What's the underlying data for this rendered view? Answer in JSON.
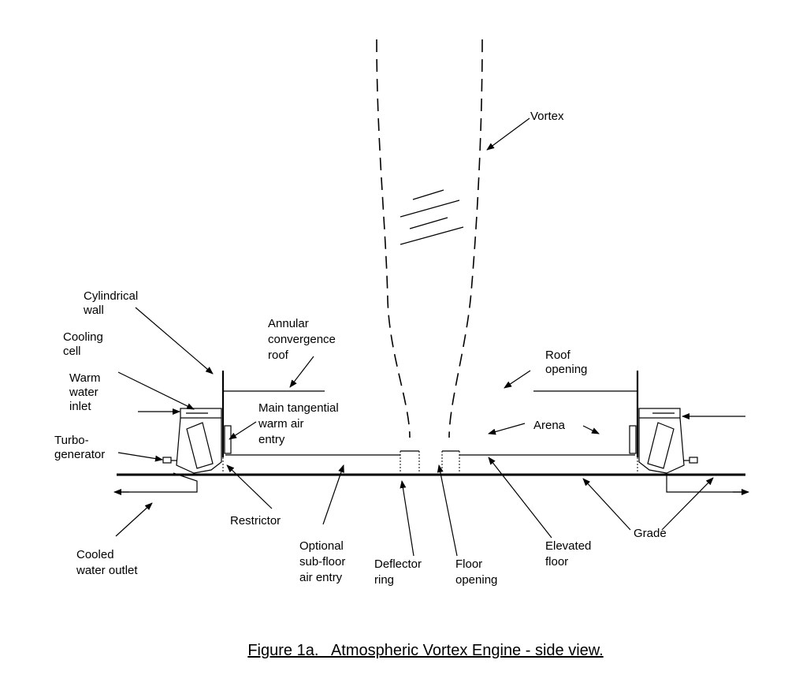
{
  "labels": {
    "vortex": "Vortex",
    "cylindrical_wall": [
      "Cylindrical",
      "wall"
    ],
    "annular_roof": [
      "Annular",
      "convergence",
      "roof"
    ],
    "cooling_cell": [
      "Cooling",
      "cell"
    ],
    "warm_water_inlet": [
      "Warm",
      "water",
      "inlet"
    ],
    "main_tangential": [
      "Main tangential",
      "warm air",
      "entry"
    ],
    "turbo_generator": [
      "Turbo-",
      "generator"
    ],
    "roof_opening": [
      "Roof",
      "opening"
    ],
    "arena": "Arena",
    "restrictor": "Restrictor",
    "cooled_water_outlet": [
      "Cooled",
      "water outlet"
    ],
    "optional_subfloor": [
      "Optional",
      "sub-floor",
      "air entry"
    ],
    "deflector_ring": [
      "Deflector",
      "ring"
    ],
    "floor_opening": [
      "Floor",
      "opening"
    ],
    "elevated_floor": [
      "Elevated",
      "floor"
    ],
    "grade": "Grade"
  },
  "caption": "Figure 1a.   Atmospheric Vortex Engine - side view."
}
